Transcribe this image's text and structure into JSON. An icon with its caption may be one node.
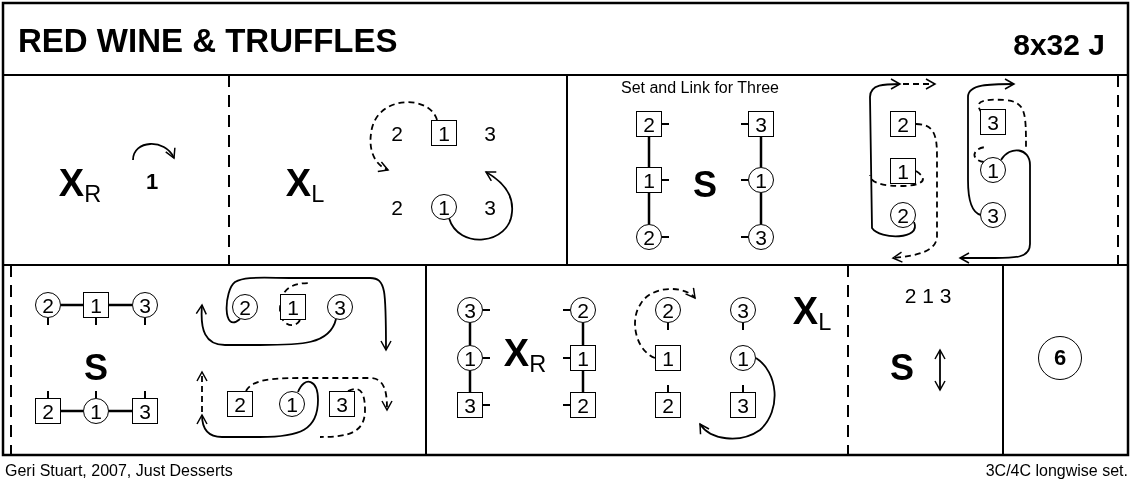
{
  "diagram": {
    "title": "RED WINE & TRUFFLES",
    "nodes": [
      {
        "text": [
          "1"
        ]
      },
      {
        "text": [
          "1"
        ]
      },
      {
        "text": [
          "2"
        ]
      },
      {
        "text": [
          "1"
        ]
      },
      {
        "text": [
          "2"
        ]
      },
      {
        "text": [
          "3"
        ]
      },
      {
        "text": [
          "1"
        ]
      },
      {
        "text": [
          "3"
        ]
      },
      {
        "text": [
          "2"
        ]
      },
      {
        "text": [
          "3"
        ]
      },
      {
        "text": [
          "1"
        ]
      },
      {
        "text": [
          "1"
        ]
      },
      {
        "text": [
          "2"
        ]
      },
      {
        "text": [
          "3"
        ]
      },
      {
        "text": [
          "2"
        ]
      },
      {
        "text": [
          "1"
        ]
      },
      {
        "text": [
          "3"
        ]
      },
      {
        "text": [
          "2"
        ]
      },
      {
        "text": [
          "1"
        ]
      },
      {
        "text": [
          "3"
        ]
      },
      {
        "text": [
          "2"
        ]
      },
      {
        "text": [
          "1"
        ]
      },
      {
        "text": [
          "3"
        ]
      },
      {
        "text": [
          "2"
        ]
      },
      {
        "text": [
          "1"
        ]
      },
      {
        "text": [
          "3"
        ]
      },
      {
        "text": [
          "3"
        ]
      },
      {
        "text": [
          "2"
        ]
      },
      {
        "text": [
          "2"
        ]
      },
      {
        "text": [
          "3"
        ]
      },
      {
        "text": [
          "1"
        ]
      },
      {
        "text": [
          "1"
        ]
      },
      {
        "text": [
          "1"
        ]
      },
      {
        "text": [
          "1"
        ]
      },
      {
        "text": [
          "3"
        ]
      },
      {
        "text": [
          "2"
        ]
      },
      {
        "text": [
          "2"
        ]
      },
      {
        "text": [
          "3"
        ]
      },
      {
        "text": [
          "6"
        ]
      }
    ],
    "edges": [
      {
        "from": 2,
        "to": 3,
        "arrow": "none"
      },
      {
        "from": 3,
        "to": 4,
        "arrow": "none"
      },
      {
        "from": 5,
        "to": 6,
        "arrow": "none"
      },
      {
        "from": 6,
        "to": 7,
        "arrow": "none"
      },
      {
        "from": 14,
        "to": 15,
        "arrow": "none"
      },
      {
        "from": 15,
        "to": 16,
        "arrow": "none"
      },
      {
        "from": 20,
        "to": 21,
        "arrow": "none"
      },
      {
        "from": 21,
        "to": 22,
        "arrow": "none"
      },
      {
        "from": 26,
        "to": 30,
        "arrow": "none"
      },
      {
        "from": 30,
        "to": 34,
        "arrow": "none"
      },
      {
        "from": 27,
        "to": 31,
        "arrow": "none"
      },
      {
        "from": 31,
        "to": 35,
        "arrow": "none"
      },
      {
        "from": 0,
        "to": null,
        "arrow": "to",
        "style": "dashed"
      },
      {
        "from": 1,
        "to": null,
        "arrow": "to"
      },
      {
        "from": 12,
        "to": 8,
        "arrow": "to"
      },
      {
        "from": 8,
        "to": 12,
        "arrow": "to",
        "style": "dashed"
      },
      {
        "from": 10,
        "to": null,
        "arrow": "none",
        "style": "dashed"
      },
      {
        "from": 13,
        "to": 9,
        "arrow": "to"
      },
      {
        "from": 11,
        "to": null,
        "arrow": "to"
      },
      {
        "from": 9,
        "to": null,
        "arrow": "none",
        "style": "dashed"
      },
      {
        "from": 11,
        "to": null,
        "arrow": "none",
        "style": "dashed"
      },
      {
        "from": 17,
        "to": null,
        "arrow": "to"
      },
      {
        "from": 19,
        "to": 17,
        "arrow": "to"
      },
      {
        "from": 18,
        "to": null,
        "arrow": "none",
        "style": "dashed"
      },
      {
        "from": 23,
        "to": null,
        "arrow": "to",
        "style": "dashed"
      },
      {
        "from": 24,
        "to": 23,
        "arrow": "to"
      },
      {
        "from": 25,
        "to": null,
        "arrow": "none",
        "style": "dashed"
      },
      {
        "from": 32,
        "to": 28,
        "arrow": "to",
        "style": "dashed"
      },
      {
        "from": 33,
        "to": 36,
        "arrow": "to"
      }
    ],
    "labels": [
      "8x32 J",
      "X$_{R}$",
      "1",
      "X$_{L}$",
      "2",
      "3",
      "2",
      "3",
      "Set and Link for Three",
      "S",
      "S",
      "X$_{R}$",
      "X$_{L}$",
      "2 1 3",
      "S",
      "Geri Stuart, 2007, Just Desserts",
      "3C/4C longwise set."
    ]
  }
}
